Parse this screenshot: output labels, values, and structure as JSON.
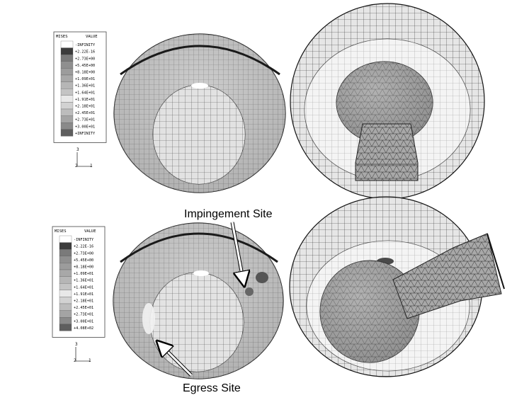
{
  "legends": [
    {
      "id": "top",
      "header_left": "MISES",
      "header_right": "VALUE",
      "entries": [
        {
          "label": "-INFINITY",
          "shade": "#ffffff"
        },
        {
          "label": "+2.22E-16",
          "shade": "#3c3c3c"
        },
        {
          "label": "+2.73E+00",
          "shade": "#7a7a7a"
        },
        {
          "label": "+5.45E+00",
          "shade": "#8f8f8f"
        },
        {
          "label": "+8.18E+00",
          "shade": "#9c9c9c"
        },
        {
          "label": "+1.09E+01",
          "shade": "#a8a8a8"
        },
        {
          "label": "+1.36E+01",
          "shade": "#b6b6b6"
        },
        {
          "label": "+1.64E+01",
          "shade": "#c4c4c4"
        },
        {
          "label": "+1.91E+01",
          "shade": "#e8e8e8"
        },
        {
          "label": "+2.18E+01",
          "shade": "#d2d2d2"
        },
        {
          "label": "+2.45E+01",
          "shade": "#bcbcbc"
        },
        {
          "label": "+2.73E+01",
          "shade": "#a4a4a4"
        },
        {
          "label": "+3.00E+01",
          "shade": "#8a8a8a"
        },
        {
          "label": "+INFINITY",
          "shade": "#5e5e5e"
        }
      ],
      "axis_labels": {
        "vertical": "3",
        "origin": "2",
        "horizontal": "1"
      }
    },
    {
      "id": "bottom",
      "header_left": "MISES",
      "header_right": "VALUE",
      "entries": [
        {
          "label": "-INFINITY",
          "shade": "#ffffff"
        },
        {
          "label": "+2.22E-16",
          "shade": "#3c3c3c"
        },
        {
          "label": "+2.73E+00",
          "shade": "#7a7a7a"
        },
        {
          "label": "+5.45E+00",
          "shade": "#8f8f8f"
        },
        {
          "label": "+8.18E+00",
          "shade": "#9c9c9c"
        },
        {
          "label": "+1.09E+01",
          "shade": "#a8a8a8"
        },
        {
          "label": "+1.36E+01",
          "shade": "#b6b6b6"
        },
        {
          "label": "+1.64E+01",
          "shade": "#c4c4c4"
        },
        {
          "label": "+1.91E+01",
          "shade": "#e8e8e8"
        },
        {
          "label": "+2.18E+01",
          "shade": "#d2d2d2"
        },
        {
          "label": "+2.45E+01",
          "shade": "#bcbcbc"
        },
        {
          "label": "+2.73E+01",
          "shade": "#a4a4a4"
        },
        {
          "label": "+3.00E+01",
          "shade": "#8a8a8a"
        },
        {
          "label": "+4.08E+02",
          "shade": "#5e5e5e"
        }
      ],
      "axis_labels": {
        "vertical": "3",
        "origin": "2",
        "horizontal": "1"
      }
    }
  ],
  "annotations": {
    "impingement": "Impingement Site",
    "egress": "Egress Site"
  },
  "colors": {
    "mesh_line": "#202020",
    "mesh_fill": "#bdbdbd",
    "cup_rim": "#1a1a1a",
    "hotspot": "#ffffff",
    "contact_dark": "#4a4a4a"
  }
}
